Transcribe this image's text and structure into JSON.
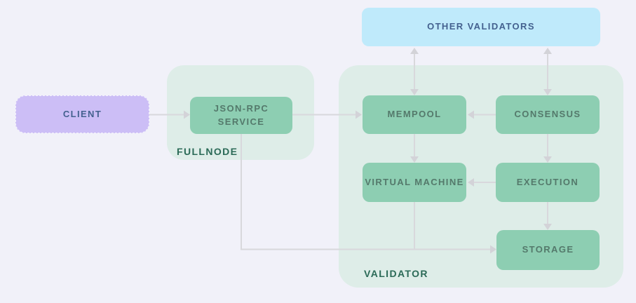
{
  "diagram": {
    "title": "Blockchain fullnode / validator architecture diagram",
    "nodes": {
      "client": {
        "label": "CLIENT"
      },
      "json_rpc_service": {
        "label": "JSON-RPC SERVICE"
      },
      "other_validators": {
        "label": "OTHER VALIDATORS"
      },
      "mempool": {
        "label": "MEMPOOL"
      },
      "consensus": {
        "label": "CONSENSUS"
      },
      "virtual_machine": {
        "label": "VIRTUAL MACHINE"
      },
      "execution": {
        "label": "EXECUTION"
      },
      "storage": {
        "label": "STORAGE"
      }
    },
    "groups": {
      "fullnode": {
        "label": "FULLNODE"
      },
      "validator": {
        "label": "VALIDATOR"
      }
    },
    "edges": [
      {
        "from": "client",
        "to": "json_rpc_service",
        "direction": "forward"
      },
      {
        "from": "json_rpc_service",
        "to": "mempool",
        "direction": "forward"
      },
      {
        "from": "consensus",
        "to": "mempool",
        "direction": "forward"
      },
      {
        "from": "other_validators",
        "to": "mempool",
        "direction": "both"
      },
      {
        "from": "other_validators",
        "to": "consensus",
        "direction": "both"
      },
      {
        "from": "mempool",
        "to": "virtual_machine",
        "direction": "forward"
      },
      {
        "from": "consensus",
        "to": "execution",
        "direction": "forward"
      },
      {
        "from": "execution",
        "to": "virtual_machine",
        "direction": "forward"
      },
      {
        "from": "execution",
        "to": "storage",
        "direction": "forward"
      },
      {
        "from": "json_rpc_service",
        "to": "storage",
        "direction": "forward"
      },
      {
        "from": "virtual_machine",
        "to": "storage",
        "direction": "joins-line"
      }
    ],
    "colors": {
      "background": "#F1F1F9",
      "container_fill": "#DEEDE8",
      "node_fill": "#8DCEB2",
      "node_text": "#54796B",
      "client_fill": "#CCBEF6",
      "client_text": "#44618F",
      "validators_fill": "#BFEAFB",
      "validators_text": "#44618F",
      "container_label": "#2B6A57",
      "arrow": "#D8D8DC"
    }
  }
}
